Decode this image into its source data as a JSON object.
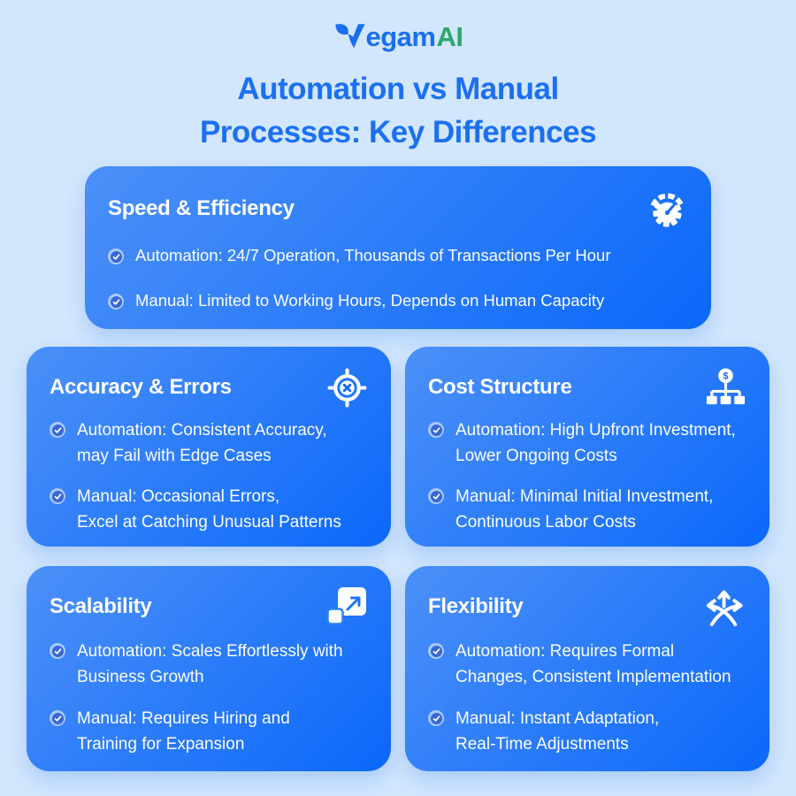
{
  "page": {
    "background_color": "#d2e6fd",
    "card_gradient_start": "#4c90f8",
    "card_gradient_end": "#0b68fa",
    "title_color": "#1b70f1"
  },
  "logo": {
    "name": "VegamAI",
    "v_icon": "leaf-v-icon",
    "blue_part": "egam",
    "green_part": "AI",
    "blue_color": "#1a6ff0",
    "green_color": "#2fa76c"
  },
  "title": {
    "line1": "Automation vs Manual",
    "line2": "Processes: Key Differences"
  },
  "cards": [
    {
      "id": "speed-efficiency",
      "title": "Speed & Efficiency",
      "icon": "speedometer-icon",
      "bullets": [
        "Automation: 24/7 Operation, Thousands of Transactions Per Hour",
        "Manual: Limited to Working Hours, Depends on Human Capacity"
      ]
    },
    {
      "id": "accuracy-errors",
      "title": "Accuracy & Errors",
      "icon": "target-icon",
      "bullets": [
        "Automation: Consistent Accuracy,\nmay Fail with Edge Cases",
        "Manual: Occasional Errors,\nExcel at Catching Unusual Patterns"
      ]
    },
    {
      "id": "cost-structure",
      "title": "Cost Structure",
      "icon": "org-chart-dollar-icon",
      "bullets": [
        "Automation: High Upfront Investment,\nLower Ongoing Costs",
        "Manual: Minimal Initial Investment,\nContinuous Labor Costs"
      ]
    },
    {
      "id": "scalability",
      "title": "Scalability",
      "icon": "scale-expand-icon",
      "bullets": [
        "Automation: Scales Effortlessly with\nBusiness Growth",
        "Manual: Requires Hiring and\nTraining for Expansion"
      ]
    },
    {
      "id": "flexibility",
      "title": "Flexibility",
      "icon": "crossing-arrows-icon",
      "bullets": [
        "Automation: Requires Formal\nChanges, Consistent Implementation",
        "Manual: Instant Adaptation,\nReal-Time Adjustments"
      ]
    }
  ]
}
